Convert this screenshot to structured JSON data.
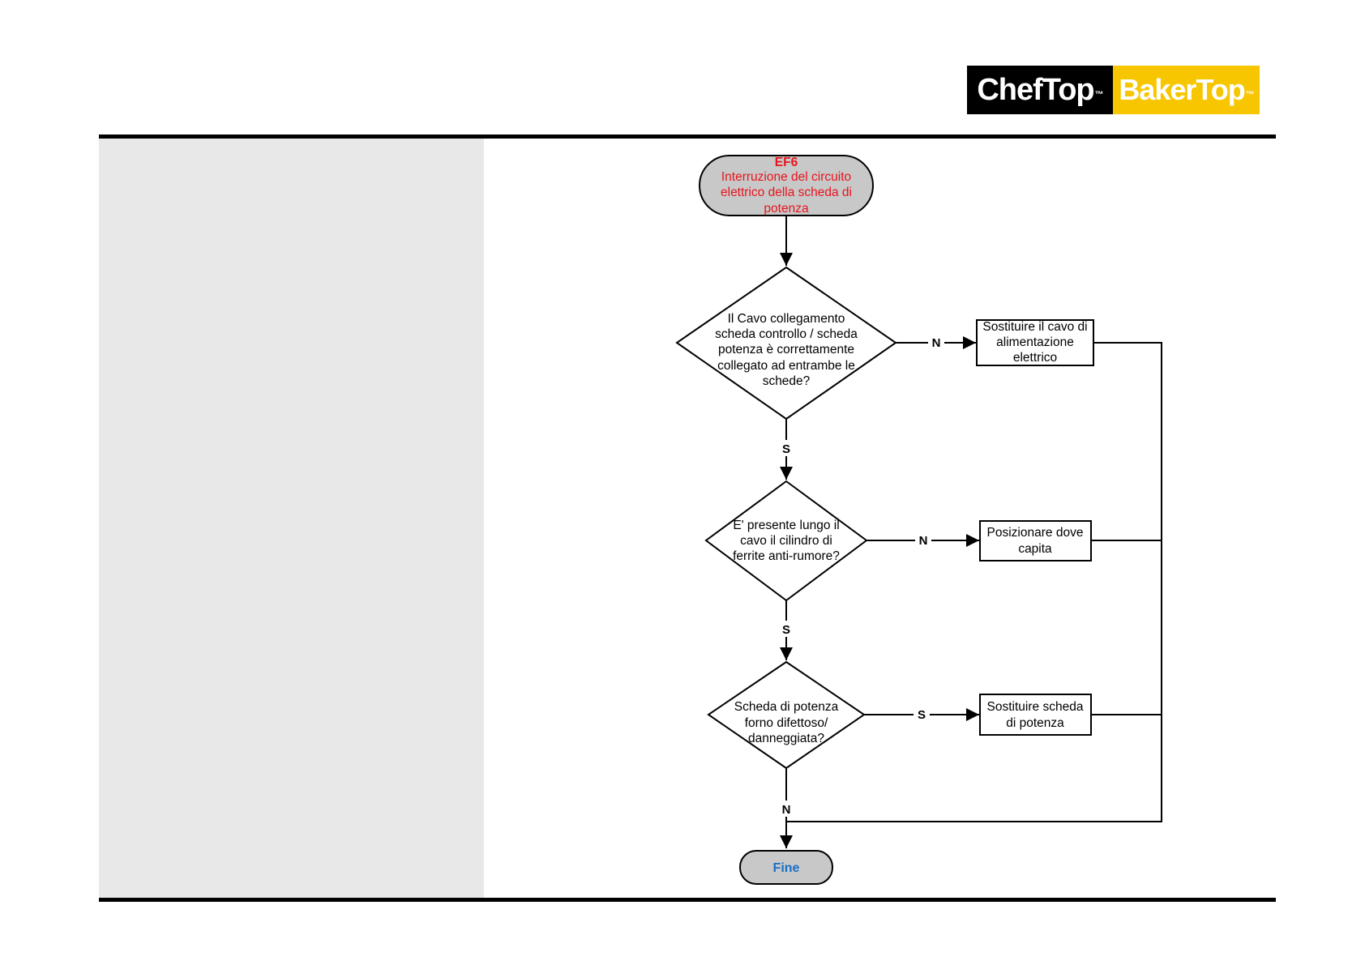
{
  "logo": {
    "left_text": "ChefTop",
    "right_text": "BakerTop",
    "tm": "™"
  },
  "colors": {
    "start_text": "#e8141c",
    "end_text": "#1a6fc4",
    "terminal_fill": "#c8c8c8",
    "brand_yellow": "#f7c600",
    "panel_gray": "#e8e8e8"
  },
  "flow": {
    "start": {
      "code": "EF6",
      "lines": [
        "Interruzione del circuito",
        "elettrico della scheda di",
        "potenza"
      ]
    },
    "d1": {
      "lines": [
        "Il Cavo collegamento",
        "scheda controllo / scheda",
        "potenza è correttamente",
        "collegato ad entrambe le",
        "schede?"
      ]
    },
    "d2": {
      "lines": [
        "E' presente lungo il",
        "cavo il cilindro di",
        "ferrite anti-rumore?"
      ]
    },
    "d3": {
      "lines": [
        "Scheda di potenza",
        "forno difettoso/",
        "danneggiata?"
      ]
    },
    "b1": {
      "lines": [
        "Sostituire il cavo di",
        "alimentazione",
        "elettrico"
      ]
    },
    "b2": {
      "lines": [
        "Posizionare dove",
        "capita"
      ]
    },
    "b3": {
      "lines": [
        "Sostituire scheda",
        "di potenza"
      ]
    },
    "end": {
      "label": "Fine"
    },
    "labels": {
      "d1_right": "N",
      "d1_down": "S",
      "d2_right": "N",
      "d2_down": "S",
      "d3_right": "S",
      "d3_down": "N"
    }
  }
}
